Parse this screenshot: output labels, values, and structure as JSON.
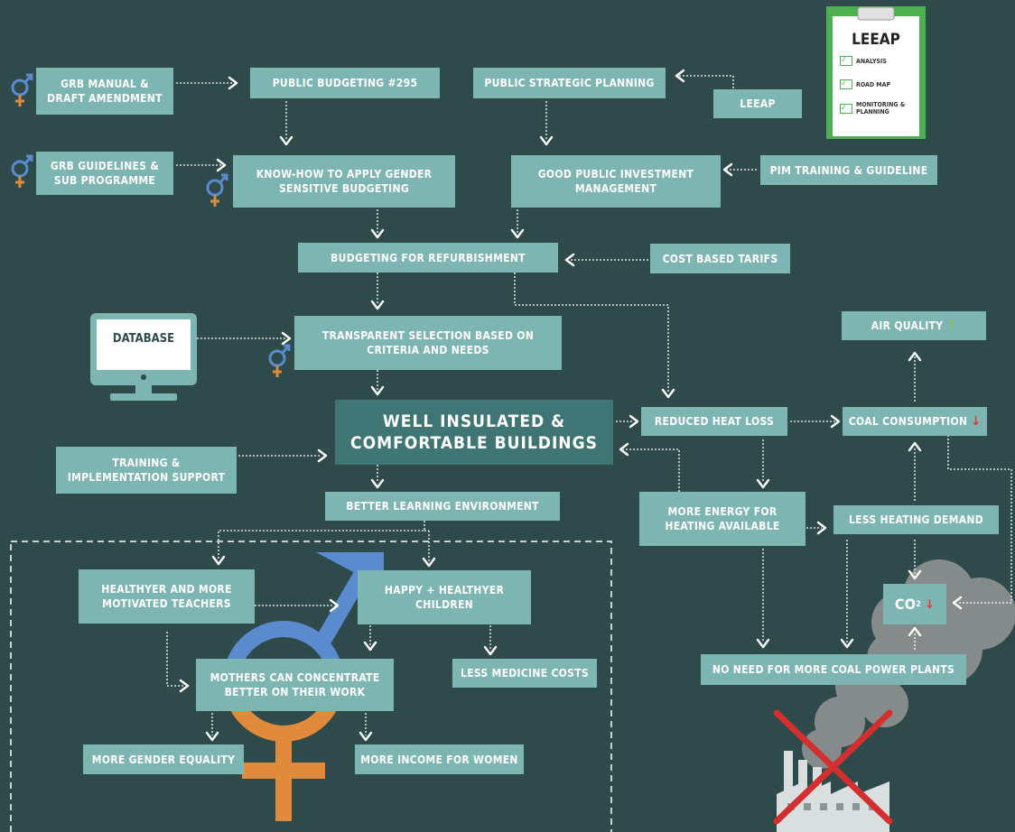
{
  "boxes": {
    "grb_manual": "GRB MANUAL &\nDRAFT AMENDMENT",
    "public_budgeting": "PUBLIC BUDGETING #295",
    "public_strategic_planning": "PUBLIC STRATEGIC PLANNING",
    "leeap_box": "LEEAP",
    "grb_guidelines": "GRB GUIDELINES &\nSUB PROGRAMME",
    "know_how": "KNOW-HOW TO APPLY GENDER\nSENSITIVE BUDGETING",
    "good_pim": "GOOD PUBLIC INVESTMENT\nMANAGEMENT",
    "pim_training": "PIM TRAINING & GUIDELINE",
    "budgeting_refurb": "BUDGETING FOR REFURBISHMENT",
    "cost_based_tarifs": "COST BASED TARIFS",
    "transparent_selection": "TRANSPARENT SELECTION BASED ON\nCRITERIA AND NEEDS",
    "well_insulated": "WELL INSULATED &\nCOMFORTABLE BUILDINGS",
    "reduced_heat_loss": "REDUCED HEAT LOSS",
    "coal_consumption": "COAL CONSUMPTION",
    "air_quality": "AIR QUALITY",
    "training_impl": "TRAINING &\nIMPLEMENTATION SUPPORT",
    "better_learning": "BETTER LEARNING ENVIRONMENT",
    "more_energy": "MORE ENERGY FOR\nHEATING AVAILABLE",
    "less_heating": "LESS HEATING DEMAND",
    "healthier_teachers": "HEALTHYER AND MORE\nMOTIVATED TEACHERS",
    "happy_children": "HAPPY + HEALTHYER\nCHILDREN",
    "co2": "CO",
    "less_medicine": "LESS MEDICINE COSTS",
    "mothers": "MOTHERS CAN CONCENTRATE\nBETTER ON THEIR WORK",
    "no_need_coal": "NO NEED FOR MORE COAL POWER PLANTS",
    "gender_equality": "MORE GENDER EQUALITY",
    "income_women": "MORE INCOME FOR WOMEN"
  },
  "database_label": "DATABASE",
  "clipboard": {
    "title": "LEEAP",
    "items": [
      "ANALYSIS",
      "ROAD MAP",
      "MONITORING & PLANNING"
    ]
  },
  "co2_subscript": "2",
  "colors": {
    "background": "#2f4a4a",
    "box": "#7db5b3",
    "box_dark": "#3f7574",
    "connector": "#ffffff",
    "gender_icon_blue": "#5b8bcf",
    "gender_icon_orange": "#e08a3c",
    "up_arrow": "#8bc34a",
    "down_arrow": "#e53935",
    "cross": "#d32f2f"
  },
  "icons": [
    "gender-icon",
    "monitor-icon",
    "clipboard-icon",
    "gender-symbol-icon",
    "factory-icon",
    "smoke-cloud-icon",
    "cross-icon",
    "up-arrow-icon",
    "down-arrow-icon"
  ]
}
